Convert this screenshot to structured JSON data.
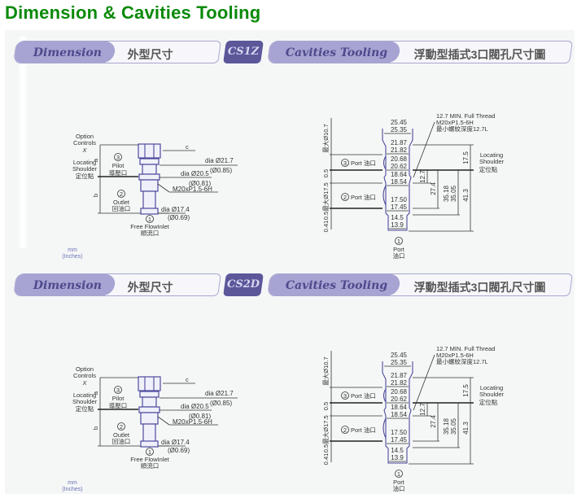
{
  "page_title": "Dimension & Cavities Tooling",
  "units": {
    "primary": "mm",
    "secondary": "(Inches)"
  },
  "sections": [
    {
      "model": "CS1Z",
      "dimension_tab": {
        "label": "Dimension",
        "label_cn": "外型尺寸"
      },
      "cavity_tab": {
        "label": "Cavities Tooling",
        "label_cn": "浮動型插式3口閥孔尺寸圖"
      },
      "dimension_drawing": {
        "option_controls": [
          "Option",
          "Controls",
          "X"
        ],
        "locating_shoulder": [
          "Locating",
          "Shoulder",
          "定位點"
        ],
        "dim_a": "a",
        "dim_b": "b",
        "dim_c": "c",
        "port3": {
          "num": "3",
          "name": "Pilot",
          "name_cn": "導壓口"
        },
        "port2": {
          "num": "2",
          "name": "Outlet",
          "name_cn": "回油口"
        },
        "port1": {
          "num": "1",
          "name": "Free FlowInlet",
          "name_cn": "順流口"
        },
        "dia_1": "dia  Ø21.7",
        "dia_1_in": "(Ø0.85)",
        "dia_2": "dia  Ø20.5",
        "dia_2_in": "(Ø0.81)",
        "thread": "M20xP1.5-6H",
        "dia_3": "dia  Ø17.4",
        "dia_3_in": "(Ø0.69)"
      },
      "cavity_drawing": {
        "thread_note": [
          "12.7 MIN. Full Thread",
          "M20xP1.5-6H",
          "最小螺紋深度12.7L"
        ],
        "diameters": [
          [
            "25.45",
            "25.35"
          ],
          [
            "21.87",
            "21.82"
          ],
          [
            "20.68",
            "20.62"
          ],
          [
            "18.64",
            "18.54"
          ],
          [
            "17.50",
            "17.45"
          ],
          [
            "14.5",
            "13.9"
          ]
        ],
        "left_dims": [
          "最大Ø10.7",
          "0.5",
          "最大Ø17.5",
          "0.5",
          "0.41"
        ],
        "port3": {
          "num": "3",
          "label": "Port 油口"
        },
        "port2": {
          "num": "2",
          "label": "Port 油口"
        },
        "port1": {
          "num": "1",
          "name": "Port",
          "name_cn": "油口"
        },
        "depths": {
          "d1": "12.7",
          "d2": "27.4",
          "d3a": "35.18",
          "d3b": "35.05",
          "d4": "41.3",
          "shoulder": "17.5"
        },
        "locating_shoulder": [
          "Locating",
          "Shoulder",
          "定位點"
        ]
      }
    },
    {
      "model": "CS2D",
      "dimension_tab": {
        "label": "Dimension",
        "label_cn": "外型尺寸"
      },
      "cavity_tab": {
        "label": "Cavities Tooling",
        "label_cn": "浮動型插式3口閥孔尺寸圖"
      },
      "dimension_drawing": {
        "option_controls": [
          "Option",
          "Controls",
          "X"
        ],
        "locating_shoulder": [
          "Locating",
          "Shoulder",
          "定位點"
        ],
        "dim_a": "a",
        "dim_b": "b",
        "dim_c": "c",
        "port3": {
          "num": "3",
          "name": "Pilot",
          "name_cn": "導壓口"
        },
        "port2": {
          "num": "2",
          "name": "Outlet",
          "name_cn": "回油口"
        },
        "port1": {
          "num": "1",
          "name": "Free FlowInlet",
          "name_cn": "順流口"
        },
        "dia_1": "dia  Ø21.7",
        "dia_1_in": "(Ø0.85)",
        "dia_2": "dia  Ø20.5",
        "dia_2_in": "(Ø0.81)",
        "thread": "M20xP1.5-6H",
        "dia_3": "dia  Ø17.4",
        "dia_3_in": "(Ø0.69)"
      },
      "cavity_drawing": {
        "thread_note": [
          "12.7 MIN. Full Thread",
          "M20xP1.5-6H",
          "最小螺紋深度12.7L"
        ],
        "diameters": [
          [
            "25.45",
            "25.35"
          ],
          [
            "21.87",
            "21.82"
          ],
          [
            "20.68",
            "20.62"
          ],
          [
            "18.64",
            "18.54"
          ],
          [
            "17.50",
            "17.45"
          ],
          [
            "14.5",
            "13.9"
          ]
        ],
        "left_dims": [
          "最大Ø10.7",
          "0.5",
          "最大Ø17.5",
          "0.5",
          "0.41"
        ],
        "port3": {
          "num": "3",
          "label": "Port 油口"
        },
        "port2": {
          "num": "2",
          "label": "Port 油口"
        },
        "port1": {
          "num": "1",
          "name": "Port",
          "name_cn": "油口"
        },
        "depths": {
          "d1": "12.7",
          "d2": "27.4",
          "d3a": "35.18",
          "d3b": "35.05",
          "d4": "41.3",
          "shoulder": "17.5"
        },
        "locating_shoulder": [
          "Locating",
          "Shoulder",
          "定位點"
        ]
      }
    }
  ]
}
